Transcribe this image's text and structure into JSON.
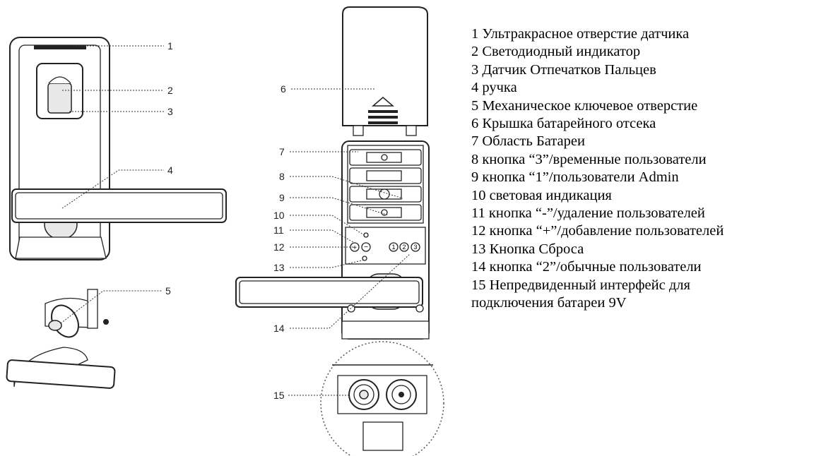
{
  "callouts": [
    "1",
    "2",
    "3",
    "4",
    "5",
    "6",
    "7",
    "8",
    "9",
    "10",
    "11",
    "12",
    "13",
    "14",
    "15"
  ],
  "panel_buttons": [
    "1",
    "2",
    "3"
  ],
  "legend": [
    "1 Ультракрасное отверстие датчика",
    "2 Светодиодный индикатор",
    "3 Датчик Отпечатков Пальцев",
    "4 ручка",
    "5 Механическое ключевое отверстие",
    "6 Крышка батарейного отсека",
    "7 Область Батареи",
    "8 кнопка “3”/временные пользователи",
    "9 кнопка “1”/пользователи Admin",
    "10 световая индикация",
    "11 кнопка “-”/удаление пользователей",
    "12 кнопка “+”/добавление пользователей",
    "13 Кнопка Сброса",
    "14 кнопка “2”/обычные пользователи",
    "15 Непредвиденный интерфейс для",
    "подключения батареи 9V"
  ]
}
